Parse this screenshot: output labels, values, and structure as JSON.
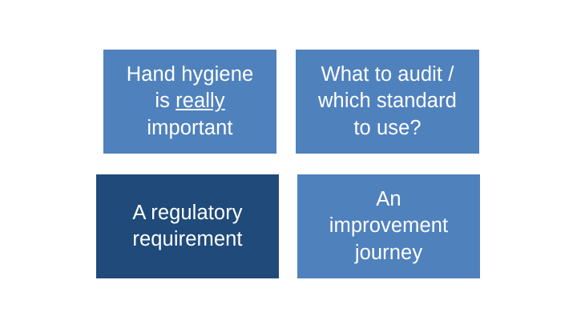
{
  "slide": {
    "background_color": "#FFFFFF",
    "layout": "2x2-tile-grid",
    "tiles": [
      {
        "id": "hand-hygiene",
        "name": "tile-hand-hygiene",
        "background_color": "#4F81BD",
        "text_color": "#FFFFFF",
        "lines": [
          "Hand hygiene",
          "is really",
          "important"
        ],
        "text_plain": "Hand hygiene is really important",
        "emphasis": {
          "word": "really",
          "style": "underline"
        },
        "line1": "Hand hygiene",
        "line2_prefix": "is ",
        "line2_emphasis": "really",
        "line3": "important"
      },
      {
        "id": "what-to-audit",
        "name": "tile-what-to-audit",
        "background_color": "#4F81BD",
        "text_color": "#FFFFFF",
        "lines": [
          "What to audit /",
          "which standard",
          "to use?"
        ],
        "text_plain": "What to audit / which standard to use?",
        "line1": "What to audit /",
        "line2": "which standard",
        "line3": "to use?"
      },
      {
        "id": "regulatory-requirement",
        "name": "tile-regulatory-requirement",
        "background_color": "#1F4A7A",
        "text_color": "#FFFFFF",
        "lines": [
          "A regulatory",
          "requirement"
        ],
        "text_plain": "A regulatory requirement",
        "line1": "A regulatory",
        "line2": "requirement"
      },
      {
        "id": "improvement-journey",
        "name": "tile-improvement-journey",
        "background_color": "#4F81BD",
        "text_color": "#FFFFFF",
        "lines": [
          "An",
          "improvement",
          "journey"
        ],
        "text_plain": "An improvement journey",
        "line1": "An",
        "line2": "improvement",
        "line3": "journey"
      }
    ]
  },
  "colors": {
    "accent_blue": "#4F81BD",
    "dark_navy": "#1F4A7A",
    "text_white": "#FFFFFF",
    "background_white": "#FFFFFF"
  }
}
